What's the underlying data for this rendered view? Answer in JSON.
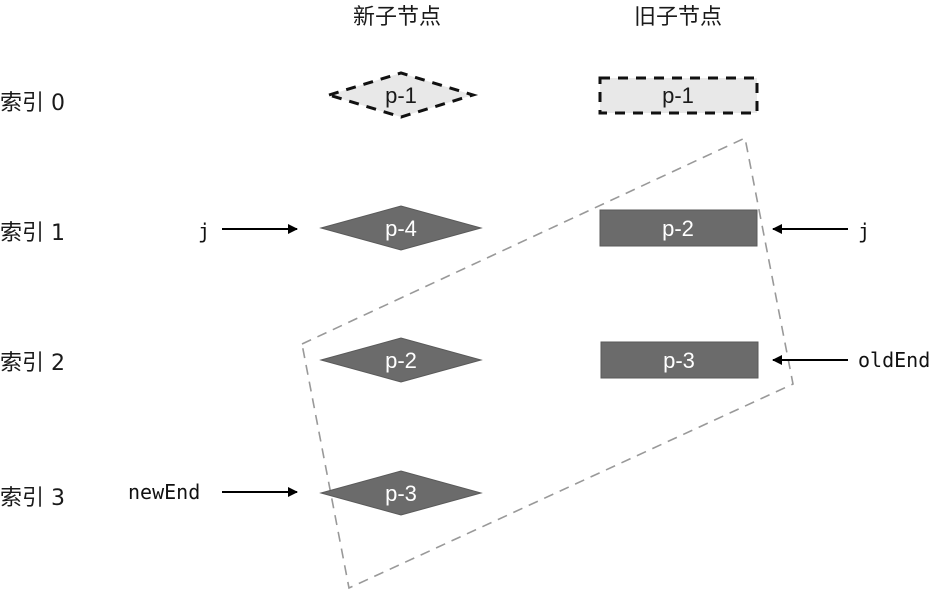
{
  "headers": {
    "new_children": "新子节点",
    "old_children": "旧子节点"
  },
  "rows": [
    {
      "index_label": "索引 0"
    },
    {
      "index_label": "索引 1"
    },
    {
      "index_label": "索引 2"
    },
    {
      "index_label": "索引 3"
    }
  ],
  "new_nodes": [
    {
      "label": "p-1",
      "style": "dashed-light",
      "row": 0
    },
    {
      "label": "p-4",
      "style": "solid-dark",
      "row": 1
    },
    {
      "label": "p-2",
      "style": "solid-dark",
      "row": 2
    },
    {
      "label": "p-3",
      "style": "solid-dark",
      "row": 3
    }
  ],
  "old_nodes": [
    {
      "label": "p-1",
      "style": "dashed-light",
      "row": 0
    },
    {
      "label": "p-2",
      "style": "solid-dark",
      "row": 1
    },
    {
      "label": "p-3",
      "style": "solid-dark",
      "row": 2
    }
  ],
  "pointers": {
    "new_j": {
      "label": "j",
      "row": 1,
      "side": "new"
    },
    "new_end": {
      "label": "newEnd",
      "row": 3,
      "side": "new"
    },
    "old_j": {
      "label": "j",
      "row": 1,
      "side": "old"
    },
    "old_end": {
      "label": "oldEnd",
      "row": 2,
      "side": "old"
    }
  },
  "colors": {
    "dark_fill": "#6b6b6b",
    "dark_stroke": "#5a5a5a",
    "light_fill": "#e8e8e8",
    "dashed_stroke": "#111111",
    "region_stroke": "#999999",
    "arrow": "#000000"
  }
}
